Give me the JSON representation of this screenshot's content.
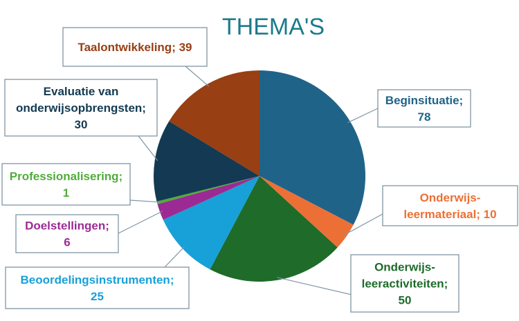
{
  "chart_data": {
    "type": "pie",
    "title": "THEMA'S",
    "categories": [
      "Beginsituatie",
      "Onderwijsleermateriaal",
      "Onderwijsleeractiviteiten",
      "Beoordelingsinstrumenten",
      "Doelstellingen",
      "Professionalisering",
      "Evaluatie van onderwijsopbrengsten",
      "Taalontwikkeling"
    ],
    "values": [
      78,
      10,
      50,
      25,
      6,
      1,
      30,
      39
    ],
    "colors": [
      "#1f6389",
      "#ec7035",
      "#1e6b2a",
      "#18a0d8",
      "#9b2a94",
      "#4fad3a",
      "#133a52",
      "#983f13"
    ],
    "data_labels": [
      [
        "Beginsituatie;",
        "78"
      ],
      [
        "Onderwijs-",
        "leermateriaal; 10"
      ],
      [
        "Onderwijs-",
        "leeractiviteiten;",
        "50"
      ],
      [
        "Beoordelingsinstrumenten;",
        "25"
      ],
      [
        "Doelstellingen;",
        "6"
      ],
      [
        "Professionalisering;",
        "1"
      ],
      [
        "Evaluatie van",
        "onderwijsopbrengsten;",
        "30"
      ],
      [
        "Taalontwikkeling; 39"
      ]
    ],
    "label_colors": [
      "#1f6389",
      "#ec7035",
      "#1e6b2a",
      "#18a0d8",
      "#9b2a94",
      "#4fad3a",
      "#133a52",
      "#983f13"
    ],
    "legend": "none"
  }
}
